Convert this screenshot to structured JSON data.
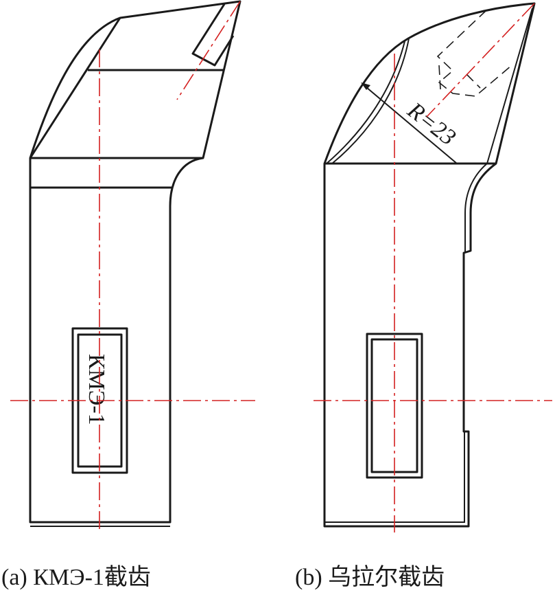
{
  "figure_a": {
    "label_plate_text": "КМЭ-1",
    "caption": "(a) КМЭ-1截齿"
  },
  "figure_b": {
    "dimension_text": "R=23",
    "caption": "(b) 乌拉尔截齿"
  },
  "colors": {
    "outline": "#1a1a1a",
    "centerline": "#d42020"
  }
}
